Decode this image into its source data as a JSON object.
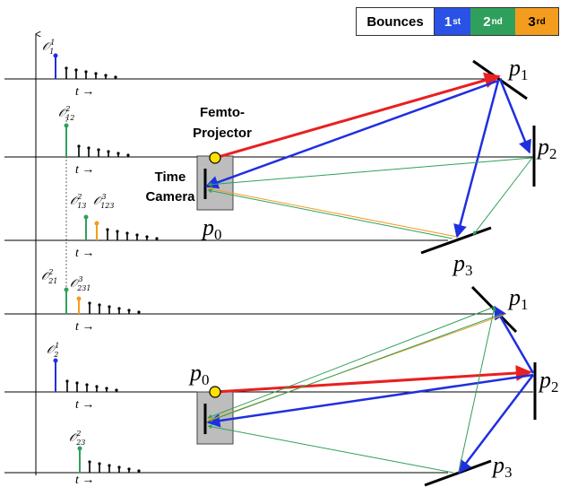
{
  "legend": {
    "title": "Bounces",
    "first": "1",
    "first_sup": "st",
    "second": "2",
    "second_sup": "nd",
    "third": "3",
    "third_sup": "rd",
    "colors": {
      "first": "#2a52e6",
      "second": "#2fa05c",
      "third": "#f39c1e",
      "laser": "#e82020"
    }
  },
  "time_label": "t →",
  "scene_top": {
    "projector_label_1": "Femto-",
    "projector_label_2": "Projector",
    "camera_label_1": "Time",
    "camera_label_2": "Camera",
    "p0": "p",
    "p0_sub": "0",
    "p1": "p",
    "p1_sub": "1",
    "p2": "p",
    "p2_sub": "2",
    "p3": "p",
    "p3_sub": "3"
  },
  "scene_bottom": {
    "p0": "p",
    "p0_sub": "0",
    "p1": "p",
    "p1_sub": "1",
    "p2": "p",
    "p2_sub": "2",
    "p3": "p",
    "p3_sub": "3"
  },
  "observations": {
    "o1_1": {
      "base": "𝒪",
      "sub": "1",
      "sup": "1"
    },
    "o12_2": {
      "base": "𝒪",
      "sub": "12",
      "sup": "2"
    },
    "o13_2": {
      "base": "𝒪",
      "sub": "13",
      "sup": "2"
    },
    "o123_3": {
      "base": "𝒪",
      "sub": "123",
      "sup": "3"
    },
    "o21_2": {
      "base": "𝒪",
      "sub": "21",
      "sup": "2"
    },
    "o231_3": {
      "base": "𝒪",
      "sub": "231",
      "sup": "3"
    },
    "o2_1": {
      "base": "𝒪",
      "sub": "2",
      "sup": "1"
    },
    "o23_2": {
      "base": "𝒪",
      "sub": "23",
      "sup": "2"
    }
  }
}
